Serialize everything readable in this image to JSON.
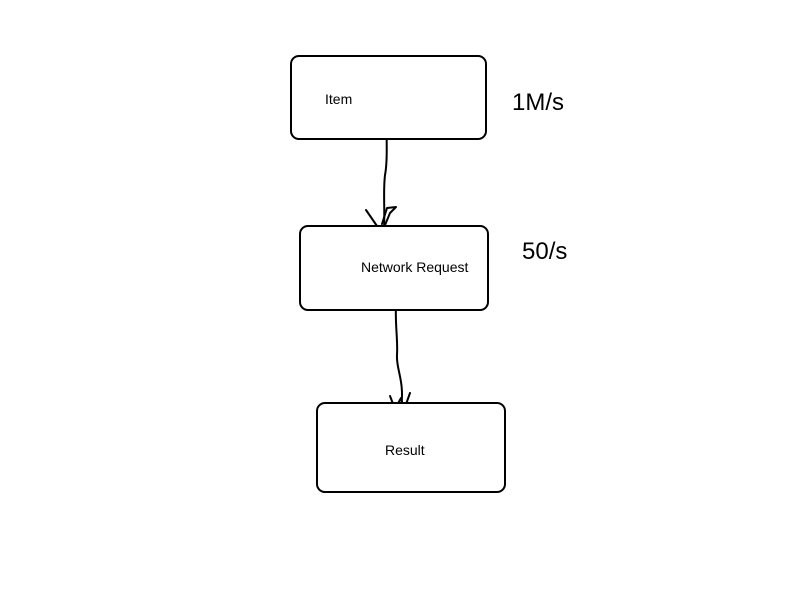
{
  "diagram": {
    "nodes": [
      {
        "id": "item",
        "label": "Item"
      },
      {
        "id": "network",
        "label": "Network Request"
      },
      {
        "id": "result",
        "label": "Result"
      }
    ],
    "rates": [
      {
        "attached_to": "item",
        "label": "1M/s"
      },
      {
        "attached_to": "network",
        "label": "50/s"
      }
    ],
    "edges": [
      {
        "from": "item",
        "to": "network"
      },
      {
        "from": "network",
        "to": "result"
      }
    ],
    "colors": {
      "stroke": "#000000",
      "background": "#ffffff"
    }
  }
}
